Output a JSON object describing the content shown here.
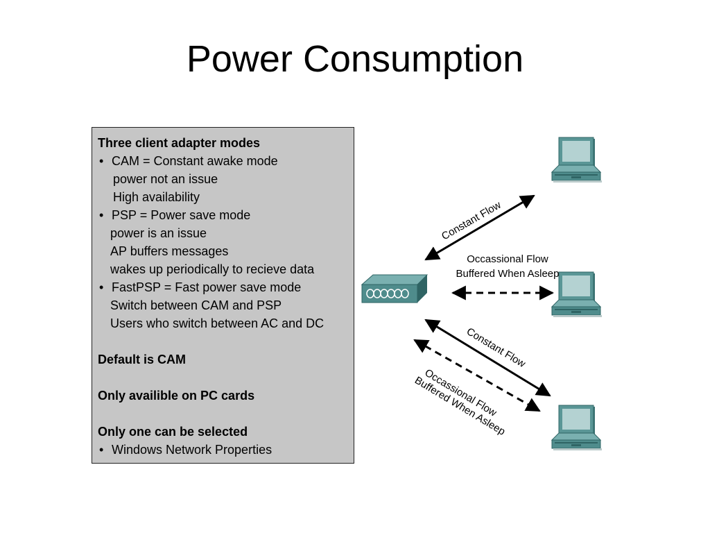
{
  "title": "Power Consumption",
  "box": {
    "heading": "Three client adapter modes",
    "cam_bullet": "CAM = Constant awake mode",
    "cam_line1": "power not an issue",
    "cam_line2": "High availability",
    "psp_bullet": "PSP = Power save mode",
    "psp_line1": "power is an issue",
    "psp_line2": "AP buffers messages",
    "psp_line3": "wakes up periodically to recieve data",
    "fastpsp_bullet": "FastPSP = Fast power save mode",
    "fastpsp_line1": "Switch between CAM and PSP",
    "fastpsp_line2": "Users who switch between AC and DC",
    "default_line": "Default is CAM",
    "pc_cards_line": "Only availible on PC cards",
    "selected_line": "Only one can be selected",
    "windows_bullet": "Windows Network Properties"
  },
  "diagram": {
    "top_link_label": "Constant Flow",
    "middle_link_label_1": "Occassional Flow",
    "middle_link_label_2": "Buffered When Asleep",
    "bottom_solid_label": "Constant Flow",
    "bottom_dashed_label_1": "Occassional Flow",
    "bottom_dashed_label_2": "Buffered When Asleep",
    "access_point_icon": "access-point-icon",
    "laptop_icon": "laptop-icon",
    "colors": {
      "device_face": "#4f8c8c",
      "device_top": "#7ab0b0",
      "device_dark": "#2f6464",
      "screen": "#b4d2d2"
    }
  }
}
